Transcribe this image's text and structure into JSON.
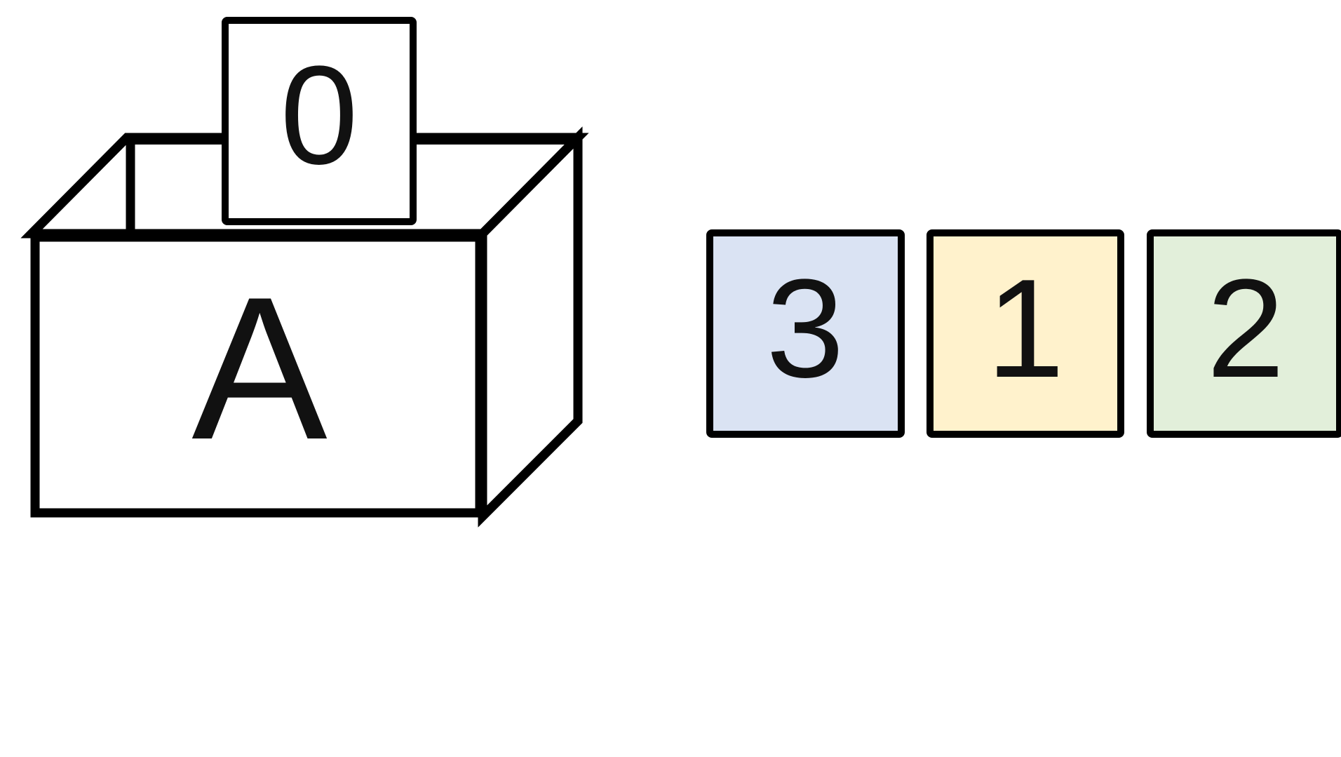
{
  "box": {
    "label": "A"
  },
  "box_top_card": {
    "label": "0"
  },
  "cards": [
    {
      "label": "3",
      "fill": "#dae3f3"
    },
    {
      "label": "1",
      "fill": "#fff2cc"
    },
    {
      "label": "2",
      "fill": "#e2efda"
    }
  ],
  "colors": {
    "stroke": "#000000",
    "background": "#ffffff",
    "box_fill": "#ffffff"
  }
}
